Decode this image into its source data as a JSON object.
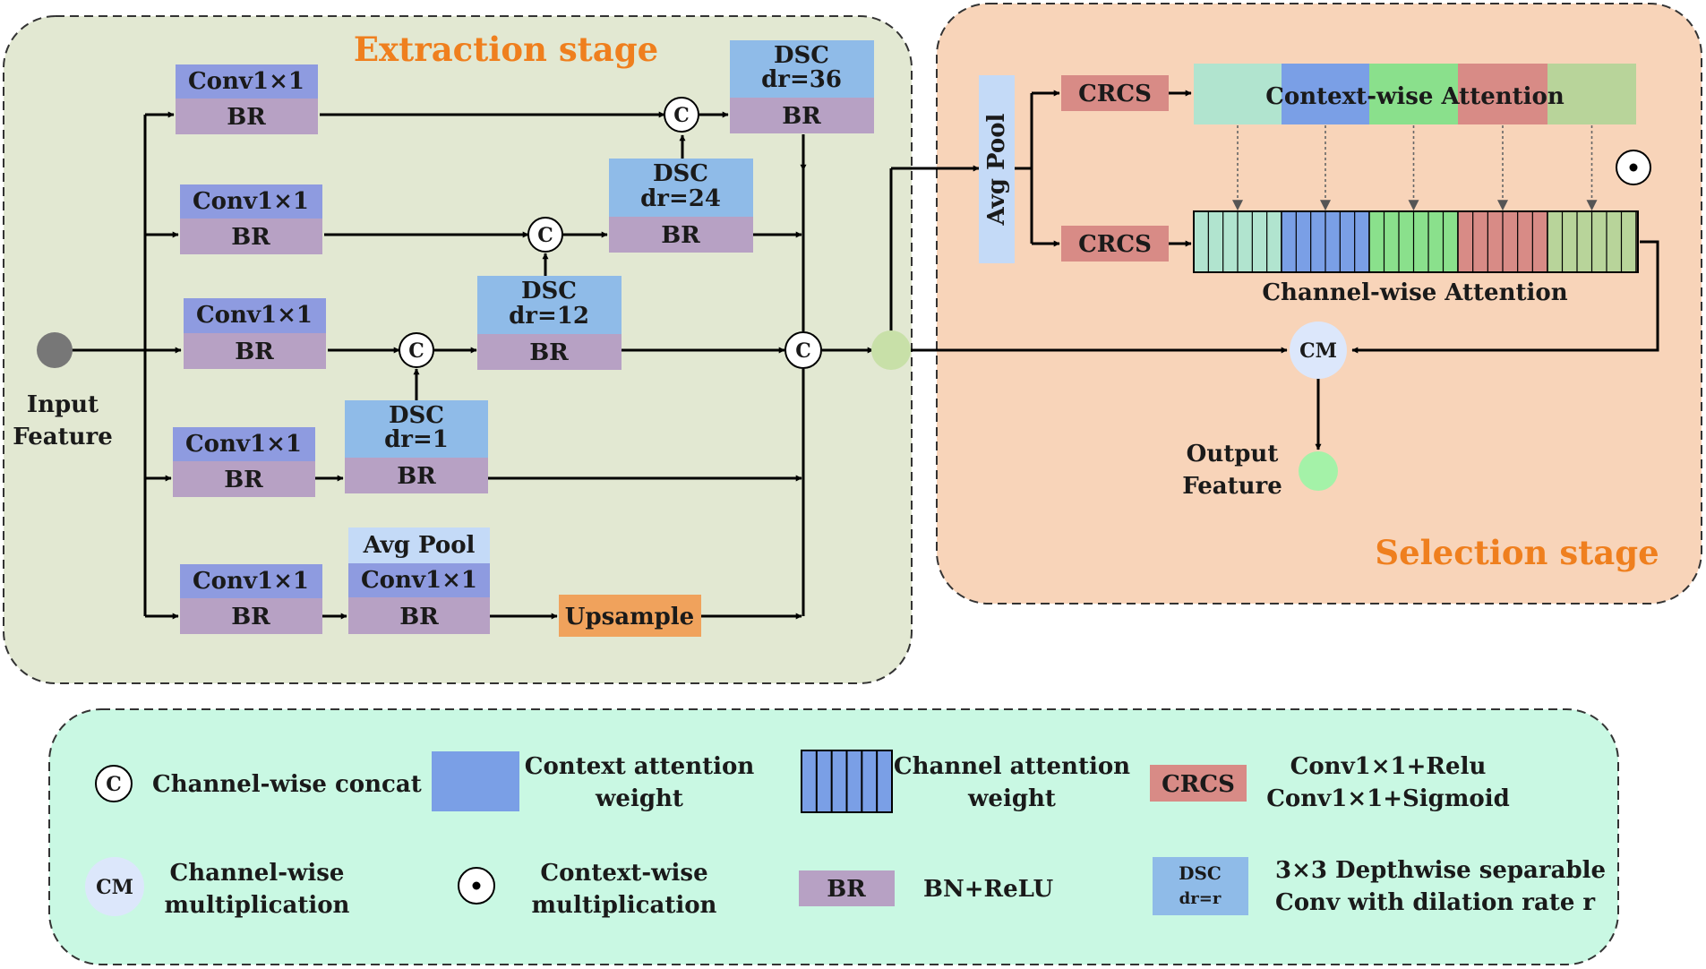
{
  "stages": {
    "extraction_title": "Extraction stage",
    "selection_title": "Selection stage"
  },
  "colors": {
    "extraction_bg": "#e2e8d2",
    "selection_bg": "#f8d4b9",
    "legend_bg": "#c9f8e3",
    "conv": "#8e9be0",
    "br": "#b7a1c4",
    "dsc": "#8fbbe8",
    "avgpool": "#c4daf7",
    "upsample": "#f0a25c",
    "crcs": "#d88b86",
    "context_weight": "#7a9fe6",
    "node_input": "#777777",
    "node_merge": "#c8e0a8",
    "node_output": "#a4f2a8",
    "node_cm": "#dce7fb",
    "stage_title": "#ef7f1e"
  },
  "input": {
    "line1": "Input",
    "line2": "Feature"
  },
  "output": {
    "line1": "Output",
    "line2": "Feature"
  },
  "branches": [
    {
      "conv": "Conv1×1",
      "br": "BR"
    },
    {
      "conv": "Conv1×1",
      "br": "BR"
    },
    {
      "conv": "Conv1×1",
      "br": "BR"
    },
    {
      "conv": "Conv1×1",
      "br": "BR"
    },
    {
      "conv": "Conv1×1",
      "br": "BR"
    }
  ],
  "dsc_blocks": [
    {
      "line1": "DSC",
      "line2": "dr=36",
      "br": "BR"
    },
    {
      "line1": "DSC",
      "line2": "dr=24",
      "br": "BR"
    },
    {
      "line1": "DSC",
      "line2": "dr=12",
      "br": "BR"
    },
    {
      "line1": "DSC",
      "line2": "dr=1",
      "br": "BR"
    }
  ],
  "pool_block": {
    "pool": "Avg Pool",
    "conv": "Conv1×1",
    "br": "BR"
  },
  "upsample": "Upsample",
  "concat_symbol": "C",
  "selection": {
    "avg_pool": "Avg Pool",
    "crcs_top": "CRCS",
    "crcs_bottom": "CRCS",
    "context_attention": "Context-wise Attention",
    "context_colors": [
      "#b1e4cf",
      "#7a9fe6",
      "#8ae08c",
      "#d88b86",
      "#b8d49a"
    ],
    "channel_attention": "Channel-wise Attention",
    "channel_colors": [
      "#b1e4cf",
      "#7a9fe6",
      "#8ae08c",
      "#d88b86",
      "#b8d49a"
    ],
    "cm_symbol": "CM",
    "dot_symbol": "⊙"
  },
  "legend": {
    "concat": {
      "symbol": "C",
      "label": "Channel-wise concat"
    },
    "context_weight": {
      "line1": "Context attention",
      "line2": "weight"
    },
    "channel_weight": {
      "line1": "Channel attention",
      "line2": "weight"
    },
    "crcs": {
      "box": "CRCS",
      "line1": "Conv1×1+Relu",
      "line2": "Conv1×1+Sigmoid"
    },
    "cm": {
      "symbol": "CM",
      "line1": "Channel-wise",
      "line2": "multiplication"
    },
    "dot": {
      "line1": "Context-wise",
      "line2": "multiplication"
    },
    "br": {
      "box": "BR",
      "label": "BN+ReLU"
    },
    "dsc": {
      "box1": "DSC",
      "box2": "dr=r",
      "line1": "3×3 Depthwise separable",
      "line2": "Conv with dilation rate r"
    }
  }
}
